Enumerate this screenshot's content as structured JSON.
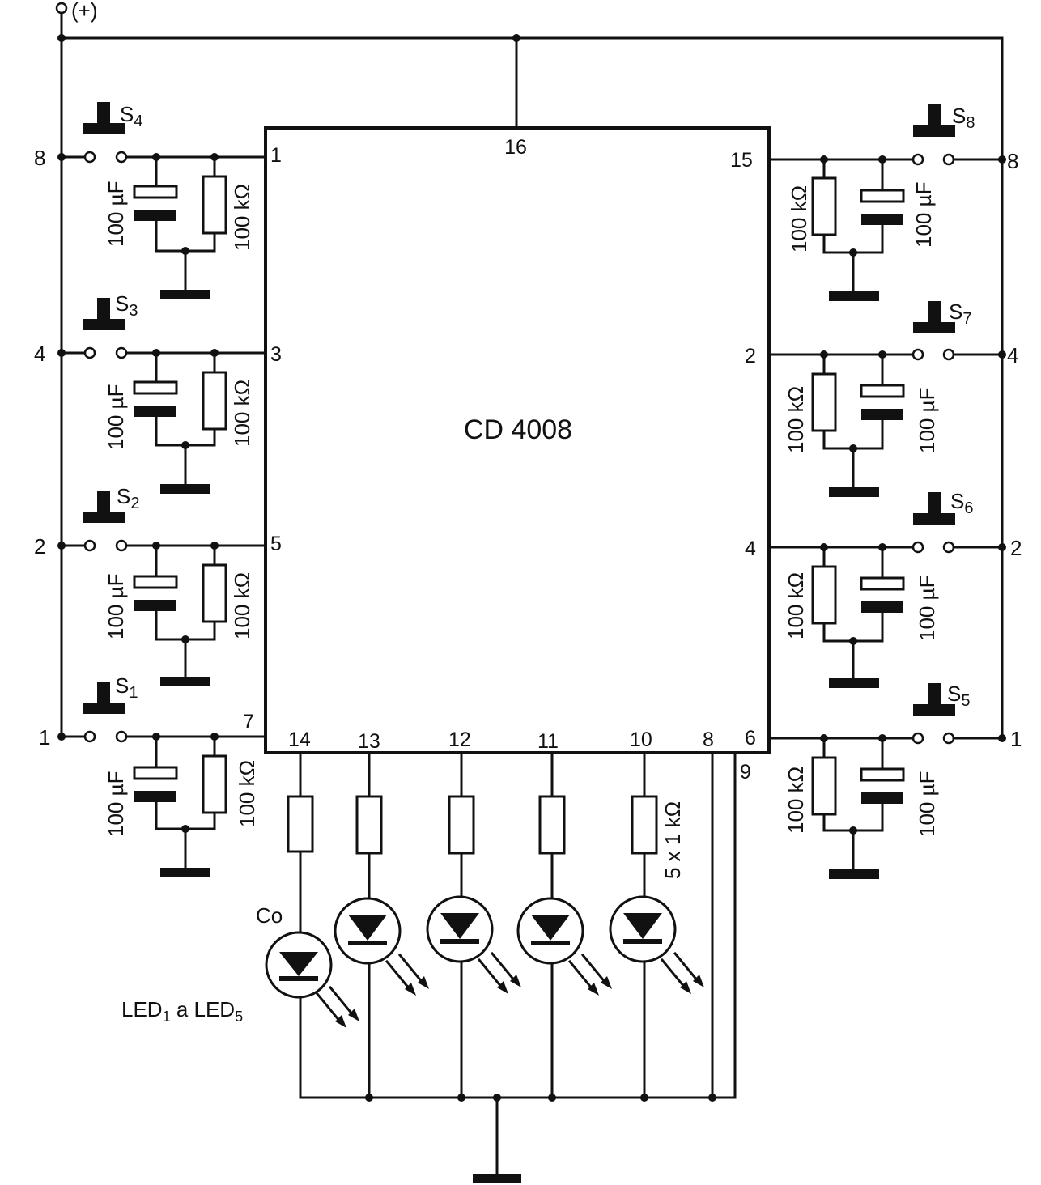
{
  "supply": {
    "label": "(+)"
  },
  "ic": {
    "name": "CD 4008",
    "pins": {
      "p1": "1",
      "p3": "3",
      "p5": "5",
      "p7": "7",
      "p16": "16",
      "p15": "15",
      "p2": "2",
      "p4": "4",
      "p6": "6",
      "p14": "14",
      "p13": "13",
      "p12": "12",
      "p11": "11",
      "p10": "10",
      "p8": "8",
      "p9": "9"
    }
  },
  "bit_weights": {
    "w8": "8",
    "w4": "4",
    "w2": "2",
    "w1": "1"
  },
  "switches": {
    "s1": {
      "letter": "S",
      "sub": "1"
    },
    "s2": {
      "letter": "S",
      "sub": "2"
    },
    "s3": {
      "letter": "S",
      "sub": "3"
    },
    "s4": {
      "letter": "S",
      "sub": "4"
    },
    "s5": {
      "letter": "S",
      "sub": "5"
    },
    "s6": {
      "letter": "S",
      "sub": "6"
    },
    "s7": {
      "letter": "S",
      "sub": "7"
    },
    "s8": {
      "letter": "S",
      "sub": "8"
    }
  },
  "components": {
    "capacitor": "100 µF",
    "resistor": "100 kΩ",
    "led_resistors": "5 x 1 kΩ"
  },
  "leds": {
    "carry": "Co",
    "label_main": "LED",
    "label_sub1": "1",
    "label_mid": " a LED",
    "label_sub2": "5"
  }
}
